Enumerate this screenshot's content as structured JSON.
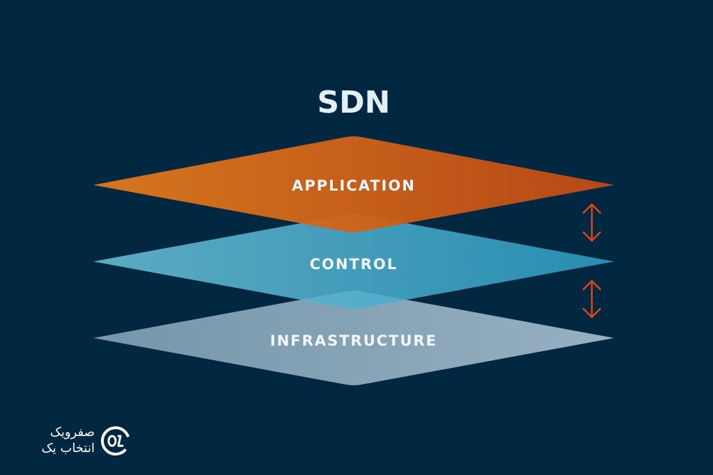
{
  "title": "SDN",
  "layers": [
    {
      "label": "APPLICATION",
      "color_start": "#e07a1c",
      "color_end": "#c04a14"
    },
    {
      "label": "CONTROL",
      "color_start": "#5bb8d4",
      "color_end": "#2fa0c4"
    },
    {
      "label": "INFRASTRUCTURE",
      "color_start": "#8aa9bd",
      "color_end": "#9cb6c6"
    }
  ],
  "arrow_color": "#e0461c",
  "background_color": "#022841",
  "logo": {
    "line1": "صفرویک",
    "line2": "انتخاب یک",
    "mark_icon": "01-ring-icon"
  }
}
